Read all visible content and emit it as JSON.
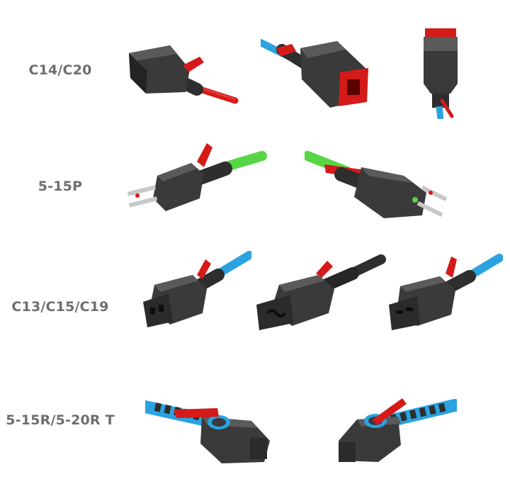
{
  "rows": [
    {
      "label": "C14/C20",
      "images": [
        {
          "name": "c14-plug-angled",
          "cable_color": "#d51a1a"
        },
        {
          "name": "c20-plug-front",
          "cable_color": "#2aa3e0"
        },
        {
          "name": "c20-plug-top",
          "cable_color": "#2aa3e0"
        }
      ]
    },
    {
      "label": "5-15P",
      "images": [
        {
          "name": "nema-5-15p-left",
          "cable_color": "#56d644"
        },
        {
          "name": "nema-5-15p-right",
          "cable_color": "#56d644"
        }
      ]
    },
    {
      "label": "C13/C15/C19",
      "images": [
        {
          "name": "c13-connector",
          "cable_color": "#2aa3e0"
        },
        {
          "name": "c15-connector",
          "cable_color": "#2e2e2e"
        },
        {
          "name": "c19-connector",
          "cable_color": "#2aa3e0"
        }
      ]
    },
    {
      "label": "5-15R/5-20R T",
      "images": [
        {
          "name": "nema-5-15r-left",
          "cable_color": "#2aa3e0"
        },
        {
          "name": "nema-5-20r-right",
          "cable_color": "#2aa3e0"
        }
      ]
    }
  ],
  "colors": {
    "body": "#3a3a3a",
    "body_dark": "#232323",
    "body_light": "#5a5a5a",
    "release_tab": "#d51a1a",
    "blue_cable": "#2aa3e0",
    "green_cable": "#56d644",
    "prong": "#c8c8c8"
  }
}
